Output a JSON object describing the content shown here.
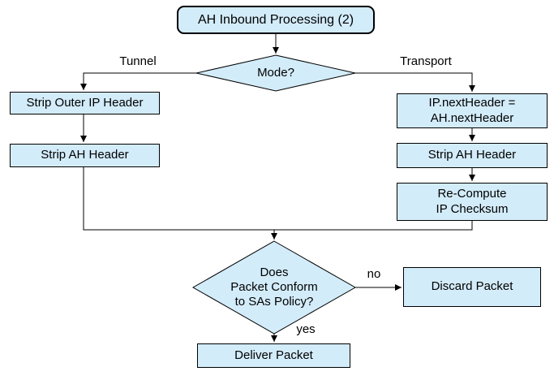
{
  "diagram_title": "AH Inbound Processing (2)",
  "colors": {
    "node_fill": "#d3ecfa",
    "node_border": "#000000",
    "line": "#000000",
    "text": "#000000",
    "background": "#ffffff"
  },
  "nodes": {
    "start": {
      "label": "AH Inbound Processing (2)",
      "shape": "rounded-rect"
    },
    "mode_decision": {
      "label": "Mode?",
      "shape": "diamond"
    },
    "strip_outer_ip_header": {
      "label": "Strip Outer IP Header",
      "shape": "rect"
    },
    "strip_ah_header_tunnel": {
      "label": "Strip AH Header",
      "shape": "rect"
    },
    "set_next_header": {
      "label": "IP.nextHeader =\nAH.nextHeader",
      "shape": "rect"
    },
    "strip_ah_header_transport": {
      "label": "Strip AH Header",
      "shape": "rect"
    },
    "recompute_checksum": {
      "label": "Re-Compute\nIP Checksum",
      "shape": "rect"
    },
    "policy_decision": {
      "label": "Does\nPacket Conform\nto SAs Policy?",
      "shape": "diamond"
    },
    "discard_packet": {
      "label": "Discard Packet",
      "shape": "rect"
    },
    "deliver_packet": {
      "label": "Deliver Packet",
      "shape": "rect"
    }
  },
  "edge_labels": {
    "tunnel": "Tunnel",
    "transport": "Transport",
    "no": "no",
    "yes": "yes"
  }
}
